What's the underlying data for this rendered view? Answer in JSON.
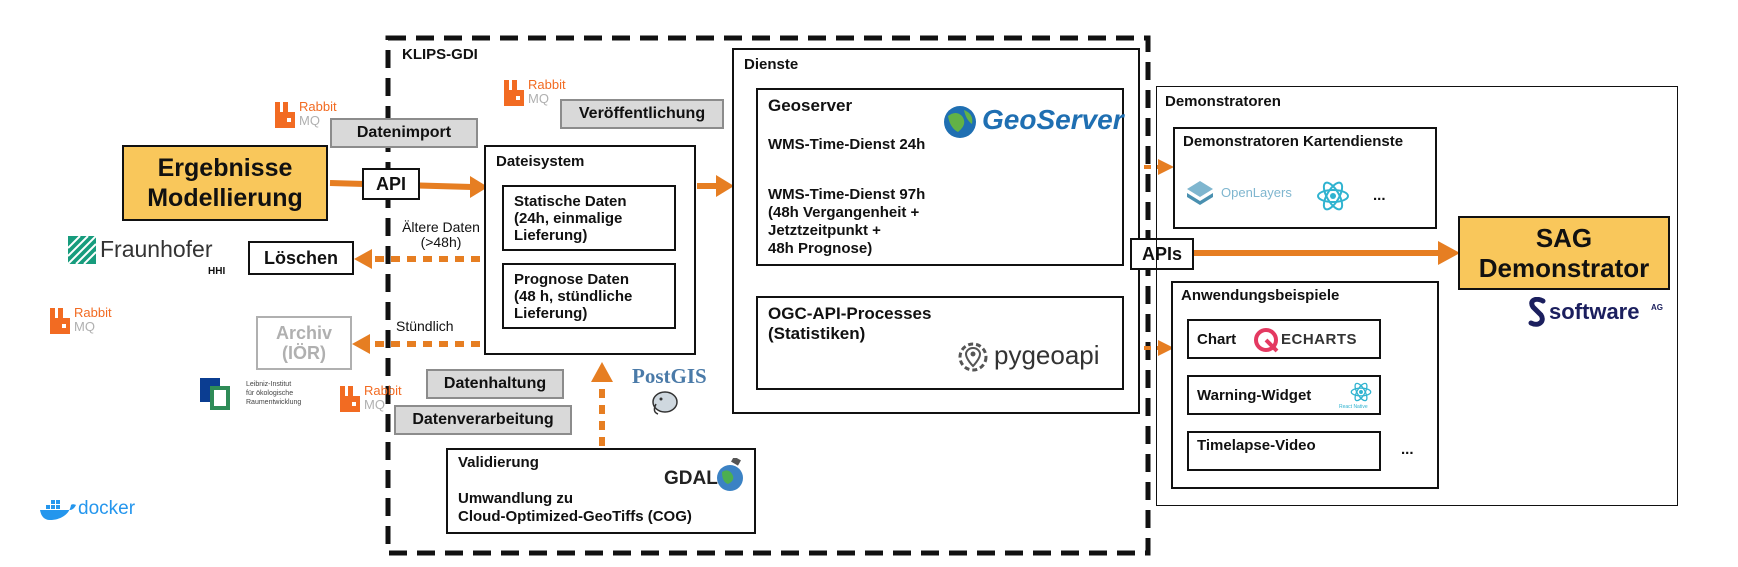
{
  "klips": {
    "title": "KLIPS-GDI"
  },
  "ergebnisse": {
    "label": "Ergebnisse\nModellierung"
  },
  "api": {
    "label": "API"
  },
  "datenimport": {
    "label": "Datenimport"
  },
  "loeschen": {
    "label": "Löschen"
  },
  "archiv": {
    "label": "Archiv\n(IÖR)"
  },
  "arrows": {
    "aeltere": "Ältere Daten\n(>48h)",
    "stuendlich": "Stündlich"
  },
  "rabbit": {
    "line1": "Rabbit",
    "line2": "MQ"
  },
  "veroeffentlichung": {
    "label": "Veröffentlichung"
  },
  "dateisystem": {
    "title": "Dateisystem",
    "statische": "Statische Daten\n(24h, einmalige\nLieferung)",
    "prognose": "Prognose Daten\n(48 h, stündliche\nLieferung)"
  },
  "datenhaltung": {
    "label": "Datenhaltung"
  },
  "datenverarbeitung": {
    "label": "Datenverarbeitung"
  },
  "postgis": {
    "label": "PostGIS"
  },
  "validierung": {
    "title": "Validierung",
    "text": "Umwandlung zu\nCloud-Optimized-GeoTiffs (COG)"
  },
  "gdal": {
    "label": "GDAL"
  },
  "dienste": {
    "title": "Dienste",
    "geoserver_title": "Geoserver",
    "wms24": "WMS-Time-Dienst 24h",
    "wms97": "WMS-Time-Dienst 97h\n(48h Vergangenheit +\nJetztzeitpunkt +\n48h Prognose)",
    "ogc": "OGC-API-Processes\n(Statistiken)"
  },
  "geoserver_logo": {
    "label": "GeoServer"
  },
  "pygeoapi": {
    "label": "pygeoapi"
  },
  "apis": {
    "label": "APIs"
  },
  "demonstratoren": {
    "title": "Demonstratoren",
    "karten_title": "Demonstratoren Kartendienste",
    "openlayers": "OpenLayers",
    "ellipsis1": "...",
    "anwendung_title": "Anwendungsbeispiele",
    "chart": "Chart",
    "echarts": "ECHARTS",
    "warning": "Warning-Widget",
    "react_native": "React Native",
    "timelapse": "Timelapse-Video",
    "ellipsis2": "..."
  },
  "sag": {
    "label": "SAG\nDemonstrator"
  },
  "softwareag": {
    "label": "software",
    "suffix": "AG"
  },
  "fraunhofer": {
    "label": "Fraunhofer",
    "sub": "HHI"
  },
  "leibniz": {
    "label": "Leibniz-Institut\nfür ökologische\nRaumentwicklung"
  },
  "docker": {
    "label": "docker"
  },
  "colors": {
    "orange": "#f9c75b",
    "arrow": "#e67e22",
    "gray": "#d9d9d9"
  }
}
